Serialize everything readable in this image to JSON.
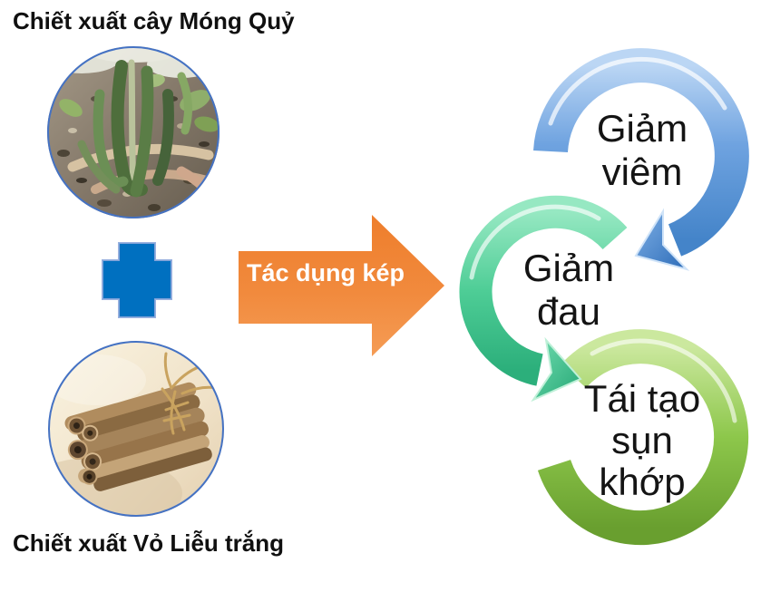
{
  "captions": {
    "top": "Chiết xuất cây Móng Quỷ",
    "bottom": "Chiết xuất Vỏ Liễu trắng"
  },
  "arrow": {
    "line1": "Tác dụng",
    "line2": "kép"
  },
  "benefits": [
    {
      "id": "giam-viem",
      "lines": [
        "Giảm",
        "viêm"
      ],
      "ring_color": "#5B9BD5"
    },
    {
      "id": "giam-dau",
      "lines": [
        "Giảm",
        "đau"
      ],
      "ring_color": "#4ECD96"
    },
    {
      "id": "tai-tao-sun-khop",
      "lines": [
        "Tái tạo",
        "sụn",
        "khớp"
      ],
      "ring_color": "#8DC74B"
    }
  ],
  "icons": {
    "plus": "plus-cross-icon",
    "arrow": "right-arrow-icon",
    "photo_top": "devils-claw-plant-photo",
    "photo_bottom": "white-willow-bark-photo"
  },
  "colors": {
    "cross_blue": "#0070C0",
    "cross_border": "#8EA9DB",
    "arrow_orange": "#F0832F",
    "photo_border": "#4472C4",
    "label_black": "#141414",
    "arrow_text_white": "#FFFFFF"
  }
}
